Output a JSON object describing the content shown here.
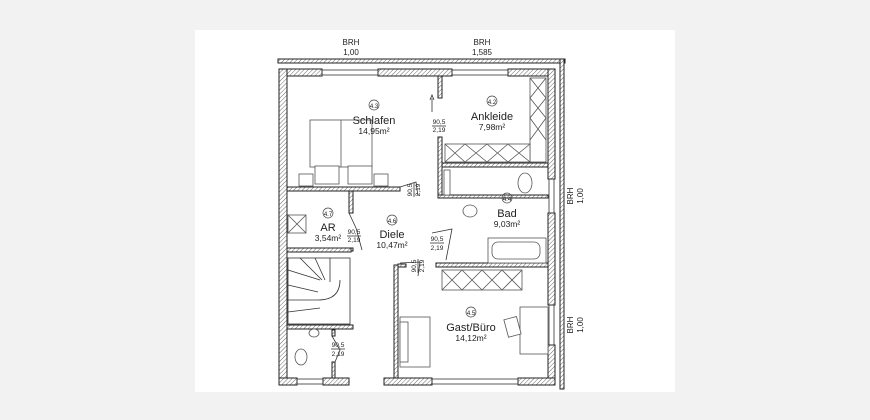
{
  "brh_labels": [
    {
      "label": "BRH",
      "value": "1,00"
    },
    {
      "label": "BRH",
      "value": "1,585"
    },
    {
      "label": "BRH",
      "value": "1,00"
    },
    {
      "label": "BRH",
      "value": "1,00"
    }
  ],
  "rooms": [
    {
      "number": "4.3",
      "name": "Schlafen",
      "area": "14,95m²"
    },
    {
      "number": "4.2",
      "name": "Ankleide",
      "area": "7,98m²"
    },
    {
      "number": "4.4",
      "name": "Bad",
      "area": "9,03m²"
    },
    {
      "number": "4.7",
      "name": "AR",
      "area": "3,54m²"
    },
    {
      "number": "4.6",
      "name": "Diele",
      "area": "10,47m²"
    },
    {
      "number": "4.5",
      "name": "Gast/Büro",
      "area": "14,12m²"
    }
  ],
  "door": {
    "width": "90,5",
    "height": "2,19"
  }
}
